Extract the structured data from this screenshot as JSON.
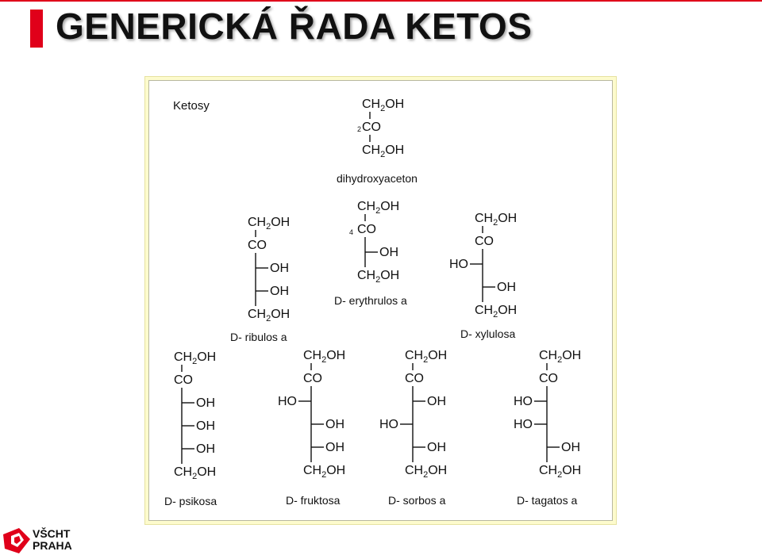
{
  "slide": {
    "title": "GENERICKÁ ŘADA KETOS",
    "accent_color": "#e0001a",
    "figure_bg": "#fdfbcd"
  },
  "diagram": {
    "heading": "Ketosy",
    "groups": {
      "ch2oh": "CH2OH",
      "co": "CO",
      "oh": "OH",
      "ho": "HO"
    },
    "markers": {
      "dihydroxyaceton": "2",
      "erythrulosa": "4"
    },
    "sugars": [
      {
        "id": "dihydroxyaceton",
        "name": "dihydroxyaceton",
        "chain": []
      },
      {
        "id": "erythrulosa",
        "name": "D- erythrulos a",
        "chain": [
          "R"
        ]
      },
      {
        "id": "ribulosa",
        "name": "D- ribulos a",
        "chain": [
          "R",
          "R"
        ]
      },
      {
        "id": "xylulosa",
        "name": "D- xylulosa",
        "chain": [
          "L",
          "R"
        ]
      },
      {
        "id": "psikosa",
        "name": "D- psikosa",
        "chain": [
          "R",
          "R",
          "R"
        ]
      },
      {
        "id": "fruktosa",
        "name": "D- fruktosa",
        "chain": [
          "L",
          "R",
          "R"
        ]
      },
      {
        "id": "sorbosa",
        "name": "D- sorbos a",
        "chain": [
          "R",
          "L",
          "R"
        ]
      },
      {
        "id": "tagatosa",
        "name": "D- tagatos a",
        "chain": [
          "L",
          "L",
          "R"
        ]
      }
    ]
  },
  "logo": {
    "line1": "VŠCHT",
    "line2": "PRAHA",
    "icon": "vscht-logo-icon"
  }
}
